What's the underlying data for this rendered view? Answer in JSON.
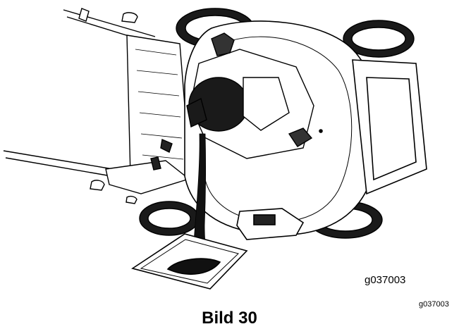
{
  "figure": {
    "code_in_drawing": "g037003",
    "code_corner": "g037003",
    "caption": "Bild 30"
  }
}
